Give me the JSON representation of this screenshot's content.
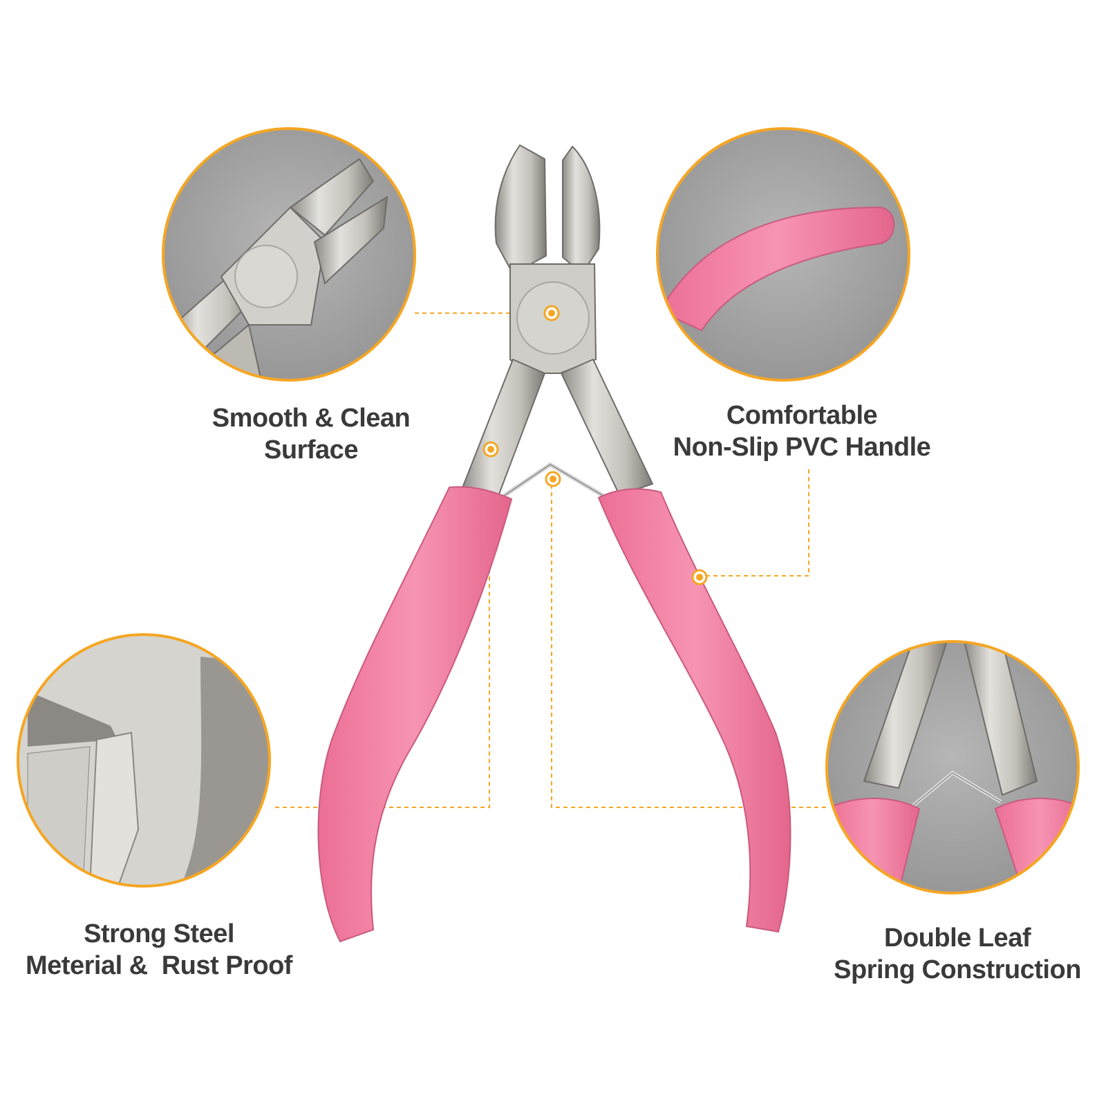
{
  "colors": {
    "accent": "#f5a623",
    "handle": "#f07da0",
    "steel": "#c8c6c1",
    "backdrop": "#a3a3a3",
    "text": "#3a3a3a"
  },
  "features": [
    {
      "id": "smooth-surface",
      "lines": [
        "Smooth & Clean",
        "Surface"
      ]
    },
    {
      "id": "pvc-handle",
      "lines": [
        "Comfortable",
        "Non-Slip PVC Handle"
      ]
    },
    {
      "id": "steel-material",
      "lines": [
        "Strong Steel",
        "Meterial &  Rust Proof"
      ]
    },
    {
      "id": "leaf-spring",
      "lines": [
        "Double Leaf",
        "Spring Construction"
      ]
    }
  ],
  "icons": [
    "pliers-illustration",
    "callout-dot-icon"
  ]
}
